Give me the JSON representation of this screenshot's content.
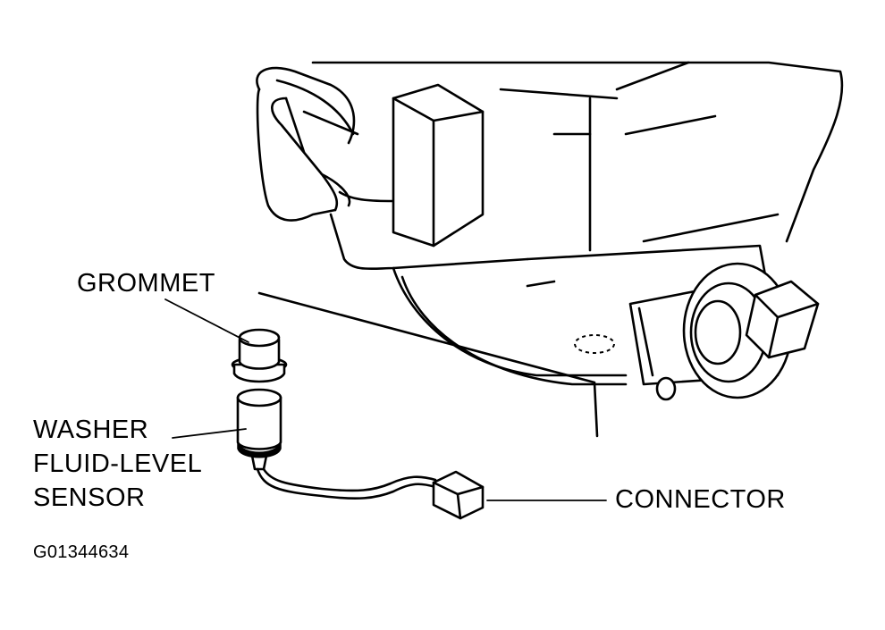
{
  "labels": {
    "grommet": "GROMMET",
    "sensor_line1": "WASHER",
    "sensor_line2": "FLUID-LEVEL",
    "sensor_line3": "SENSOR",
    "connector": "CONNECTOR",
    "figure_code": "G01344634"
  }
}
